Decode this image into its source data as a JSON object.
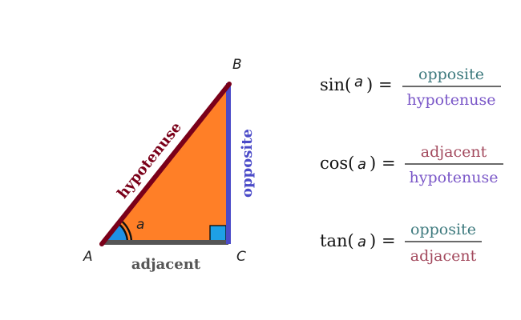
{
  "triangle": {
    "vertices": {
      "a": "A",
      "b": "B",
      "c": "C"
    },
    "angle_label": "a",
    "sides": {
      "hypotenuse": "hypotenuse",
      "opposite": "opposite",
      "adjacent": "adjacent"
    },
    "colors": {
      "fill": "#FF7F27",
      "hypotenuse": "#7A0019",
      "opposite": "#4B4BC8",
      "adjacent": "#555555",
      "angle_fill": "#1E90E6",
      "right_angle_fill": "#1EA0E6"
    }
  },
  "formulas": [
    {
      "fn": "sin(",
      "arg": "a",
      "close": ")",
      "equals": "=",
      "numerator": "opposite",
      "denominator": "hypotenuse",
      "numerator_color": "#3E7A7E",
      "denominator_color": "#7B58C8"
    },
    {
      "fn": "cos(",
      "arg": "a",
      "close": ")",
      "equals": "=",
      "numerator": "adjacent",
      "denominator": "hypotenuse",
      "numerator_color": "#A34A5E",
      "denominator_color": "#7B58C8"
    },
    {
      "fn": "tan(",
      "arg": "a",
      "close": ")",
      "equals": "=",
      "numerator": "opposite",
      "denominator": "adjacent",
      "numerator_color": "#3E7A7E",
      "denominator_color": "#A34A5E"
    }
  ]
}
